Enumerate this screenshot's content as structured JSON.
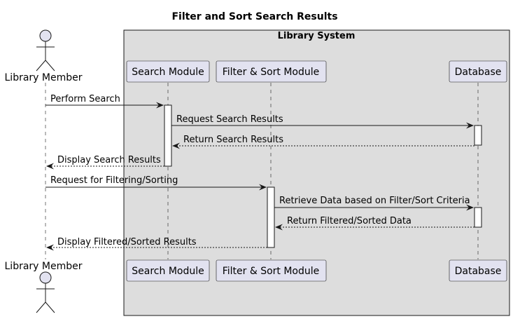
{
  "title": "Filter and Sort Search Results",
  "system_box": {
    "label": "Library System"
  },
  "actor": {
    "label": "Library Member"
  },
  "participants": {
    "search": "Search Module",
    "filter": "Filter & Sort Module",
    "database": "Database"
  },
  "messages": [
    {
      "text": "Perform Search",
      "from": "member",
      "to": "search",
      "style": "solid"
    },
    {
      "text": "Request Search Results",
      "from": "search",
      "to": "database",
      "style": "solid"
    },
    {
      "text": "Return Search Results",
      "from": "database",
      "to": "search",
      "style": "dashed"
    },
    {
      "text": "Display Search Results",
      "from": "search",
      "to": "member",
      "style": "dashed"
    },
    {
      "text": "Request for Filtering/Sorting",
      "from": "member",
      "to": "filter",
      "style": "solid"
    },
    {
      "text": "Retrieve Data based on Filter/Sort Criteria",
      "from": "filter",
      "to": "database",
      "style": "solid"
    },
    {
      "text": "Return Filtered/Sorted Data",
      "from": "database",
      "to": "filter",
      "style": "dashed"
    },
    {
      "text": "Display Filtered/Sorted Results",
      "from": "filter",
      "to": "member",
      "style": "dashed"
    }
  ],
  "colors": {
    "participant_fill": "#e2e2f0",
    "system_box_fill": "#dddddd",
    "line": "#181818"
  }
}
